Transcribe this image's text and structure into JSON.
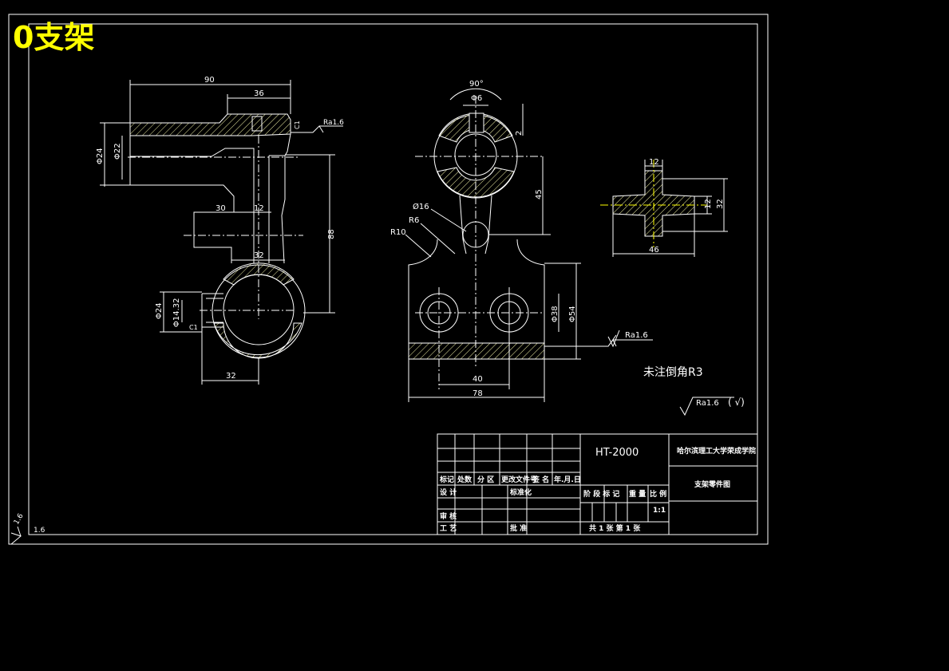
{
  "drawing_title": "0支架",
  "title_block": {
    "material": "HT-2000",
    "school": "哈尔滨理工大学荣成学院",
    "drawing_name": "支架零件图",
    "scale": "1:1",
    "sheet_info": "共 1 张  第 1 张",
    "header_cells": [
      "标记",
      "处数",
      "分 区",
      "更改文件号",
      "签 名",
      "年.月.日"
    ],
    "row_design": "设 计",
    "row_standard": "标准化",
    "row_check": "审 核",
    "row_process": "工 艺",
    "row_approve": "批 准",
    "stage_label": "阶 段 标 记",
    "weight_label": "重 量",
    "scale_label": "比 例"
  },
  "notes": {
    "fillet": "未注倒角R3",
    "roughness_general": "Ra1.6",
    "roughness_bracket": "( √)",
    "corner_roughness": "1.6",
    "corner_roughness_rotated": "1.6"
  },
  "front_view": {
    "dims": {
      "d90": "90",
      "d36": "36",
      "d30": "30",
      "d12": "12",
      "d32_mid": "32",
      "d32_bottom": "32",
      "d88": "88",
      "phi24_top": "Φ24",
      "phi22": "Φ22",
      "phi24_bottom": "Φ24",
      "phi14": "Φ14.32",
      "c1_top": "C1",
      "c1_bottom": "C1",
      "ra_top": "Ra1.6"
    }
  },
  "side_view": {
    "dims": {
      "angle": "90°",
      "phi6": "Φ6",
      "d2": "2",
      "d45": "45",
      "phi16": "Ø16",
      "r6": "R6",
      "r10": "R10",
      "phi38": "Φ38",
      "phi54": "Φ54",
      "d40": "40",
      "d78": "78",
      "ra_right": "Ra1.6"
    }
  },
  "section_view": {
    "dims": {
      "d12_top": "12",
      "d12_right": "12",
      "d32": "32",
      "d46": "46"
    }
  }
}
